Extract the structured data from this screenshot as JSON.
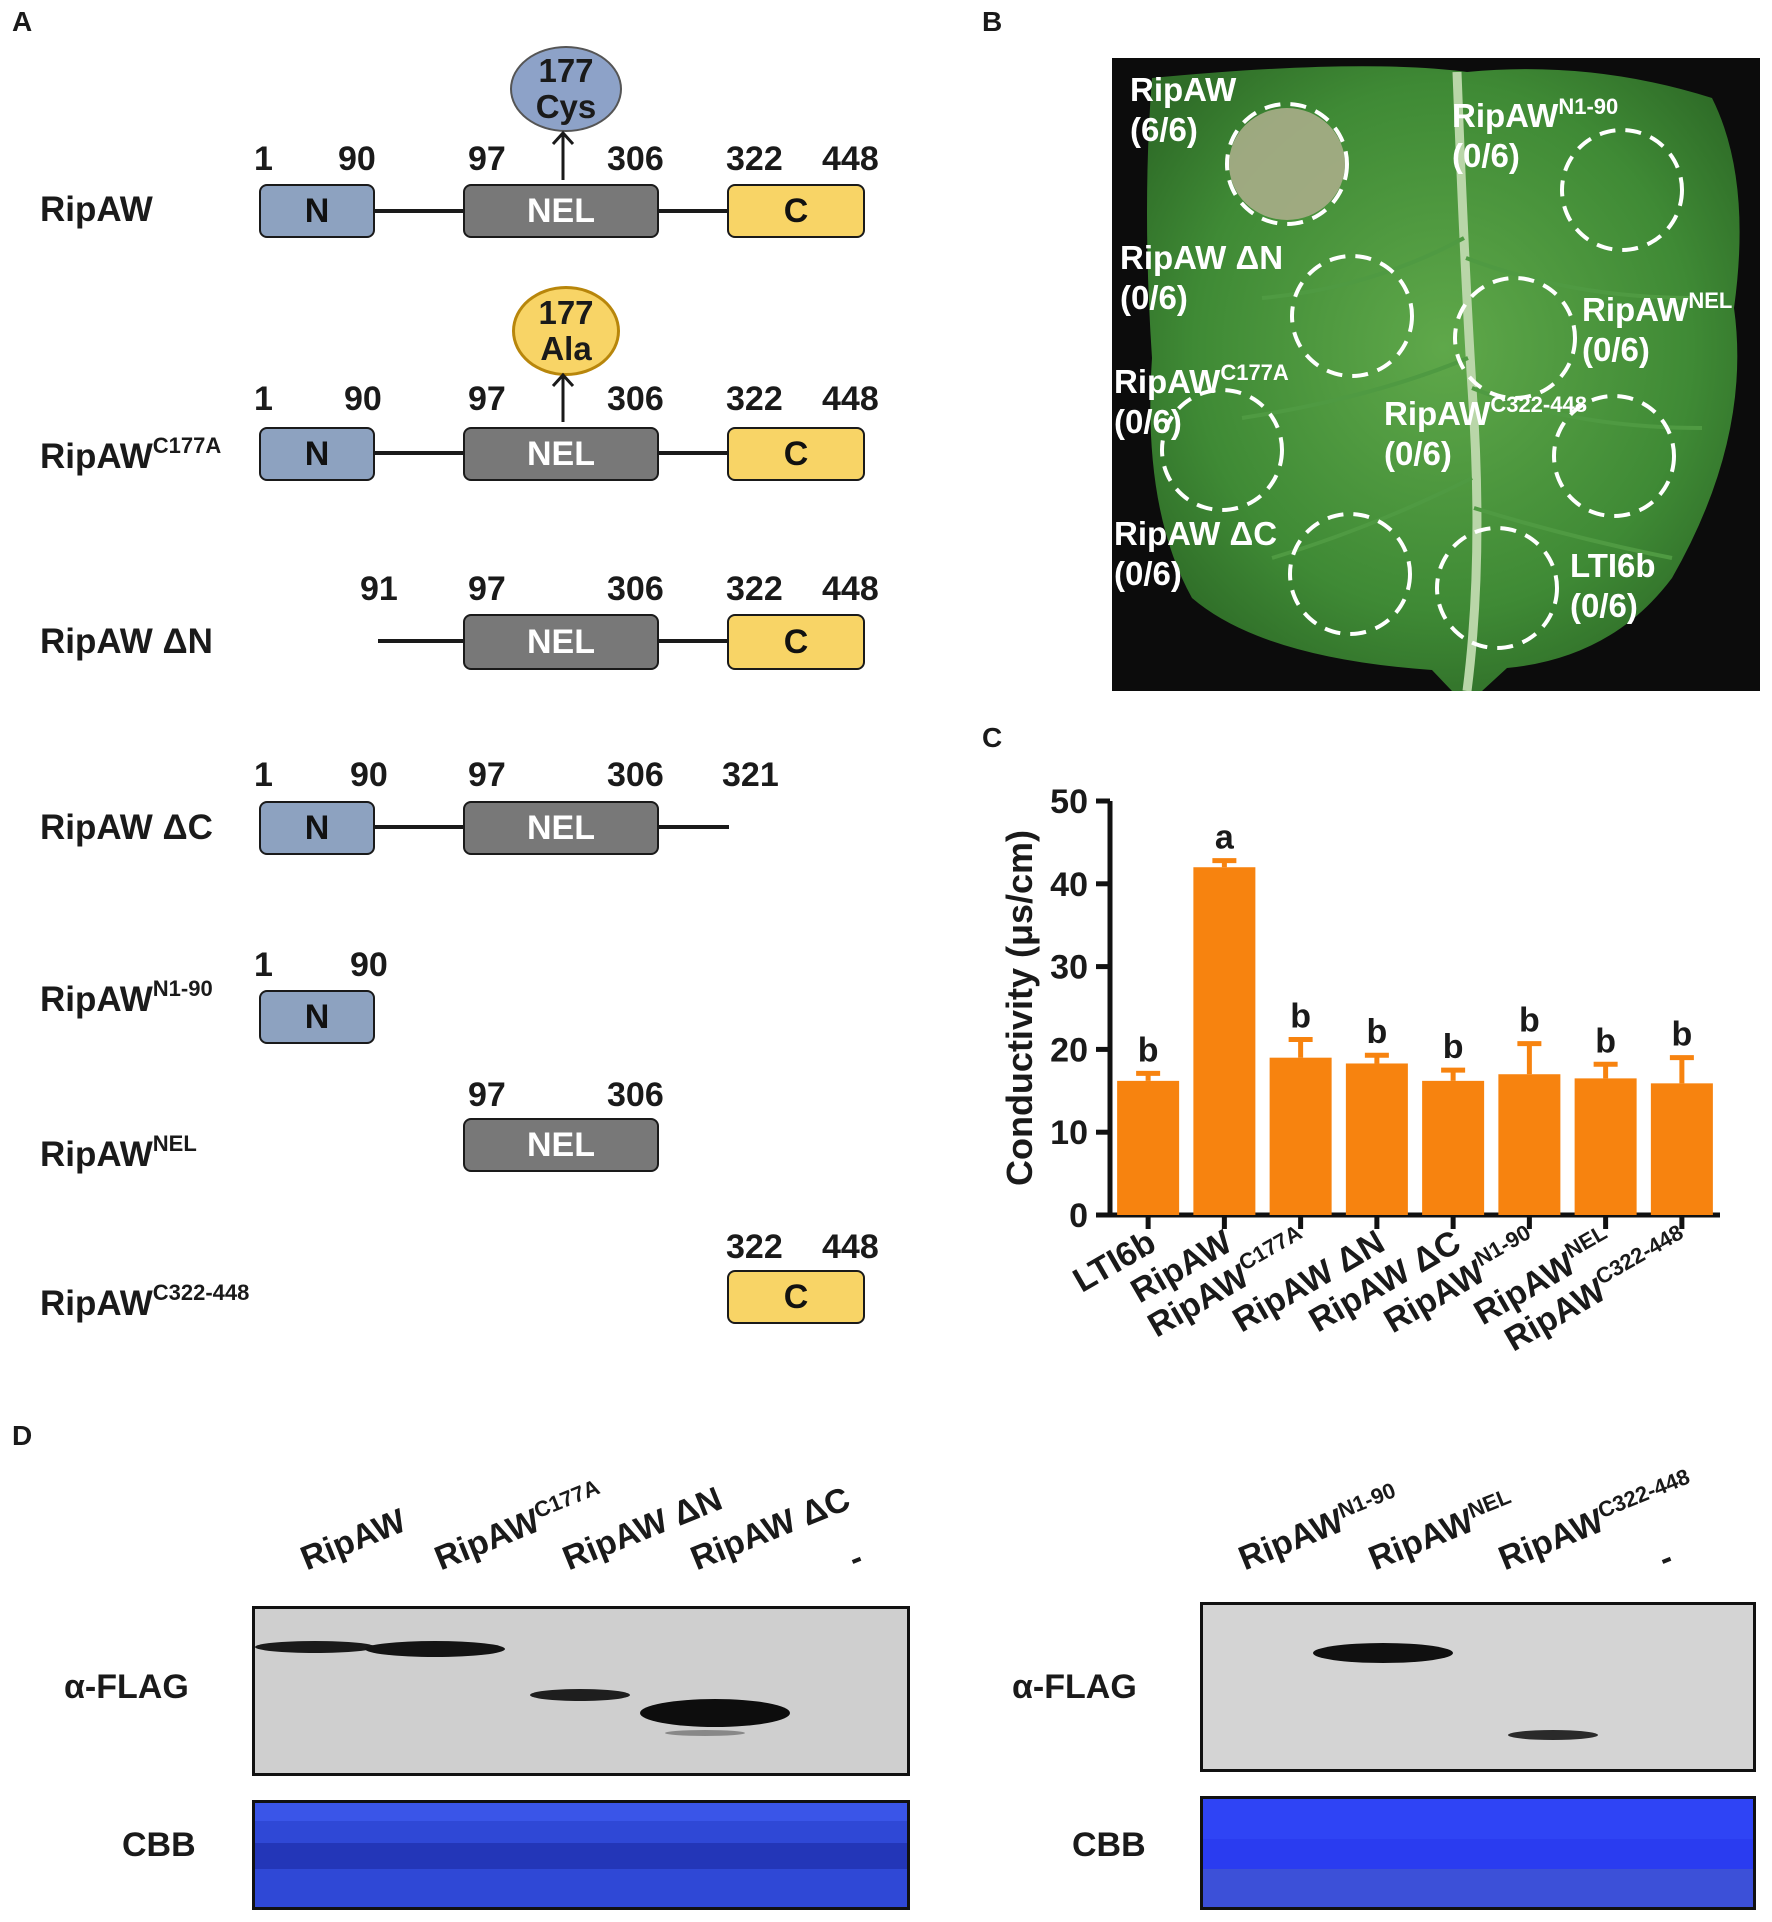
{
  "panels": {
    "a": "A",
    "b": "B",
    "c": "C",
    "d": "D"
  },
  "panel_a": {
    "constructs": [
      {
        "name": "RipAW",
        "sup": ""
      },
      {
        "name": "RipAW",
        "sup": "C177A"
      },
      {
        "name": "RipAW ΔN",
        "sup": ""
      },
      {
        "name": "RipAW ΔC",
        "sup": ""
      },
      {
        "name": "RipAW",
        "sup": "N1-90"
      },
      {
        "name": "RipAW",
        "sup": "NEL"
      },
      {
        "name": "RipAW",
        "sup": "C322-448"
      }
    ],
    "domains": {
      "n": "N",
      "nel": "NEL",
      "c": "C"
    },
    "site_wt": {
      "pos": "177",
      "aa": "Cys"
    },
    "site_mut": {
      "pos": "177",
      "aa": "Ala"
    },
    "pos": {
      "p1": "1",
      "p90": "90",
      "p91": "91",
      "p97": "97",
      "p306": "306",
      "p321": "321",
      "p322": "322",
      "p448": "448"
    }
  },
  "panel_b": {
    "labels": [
      {
        "name": "RipAW",
        "sup": "",
        "score": "(6/6)"
      },
      {
        "name": "RipAW",
        "sup": "N1-90",
        "score": "(0/6)"
      },
      {
        "name": "RipAW ΔN",
        "sup": "",
        "score": "(0/6)"
      },
      {
        "name": "RipAW",
        "sup": "NEL",
        "score": "(0/6)"
      },
      {
        "name": "RipAW",
        "sup": "C177A",
        "score": "(0/6)"
      },
      {
        "name": "RipAW",
        "sup": "C322-448",
        "score": "(0/6)"
      },
      {
        "name": "RipAW ΔC",
        "sup": "",
        "score": "(0/6)"
      },
      {
        "name": "LTI6b",
        "sup": "",
        "score": "(0/6)"
      }
    ]
  },
  "chart_data": {
    "type": "bar",
    "ylabel": "Conductivity (μs/cm)",
    "ylim": [
      0,
      50
    ],
    "yticks": [
      "0",
      "10",
      "20",
      "30",
      "40",
      "50"
    ],
    "categories": [
      "LTI6b",
      "RipAW",
      "RipAW C177A",
      "RipAW ΔN",
      "RipAW ΔC",
      "RipAW N1-90",
      "RipAW NEL",
      "RipAW C322-448"
    ],
    "category_names": [
      "LTI6b",
      "RipAW",
      "RipAW",
      "RipAW ΔN",
      "RipAW ΔC",
      "RipAW",
      "RipAW",
      "RipAW"
    ],
    "category_sups": [
      "",
      "",
      "C177A",
      "",
      "",
      "N1-90",
      "NEL",
      "C322-448"
    ],
    "values": [
      16.2,
      42.0,
      19.0,
      18.3,
      16.2,
      17.0,
      16.5,
      15.9
    ],
    "errors": [
      0.9,
      0.8,
      2.2,
      1.0,
      1.3,
      3.7,
      1.7,
      3.1
    ],
    "letters": [
      "b",
      "a",
      "b",
      "b",
      "b",
      "b",
      "b",
      "b"
    ],
    "bar_color": "#f7830f"
  },
  "panel_d": {
    "left_lanes": [
      {
        "name": "RipAW",
        "sup": ""
      },
      {
        "name": "RipAW",
        "sup": "C177A"
      },
      {
        "name": "RipAW ΔN",
        "sup": ""
      },
      {
        "name": "RipAW ΔC",
        "sup": ""
      },
      {
        "name": "-",
        "sup": ""
      }
    ],
    "right_lanes": [
      {
        "name": "RipAW",
        "sup": "N1-90"
      },
      {
        "name": "RipAW",
        "sup": "NEL"
      },
      {
        "name": "RipAW",
        "sup": "C322-448"
      },
      {
        "name": "-",
        "sup": ""
      }
    ],
    "row_flag": "α-FLAG",
    "row_cbb": "CBB"
  }
}
